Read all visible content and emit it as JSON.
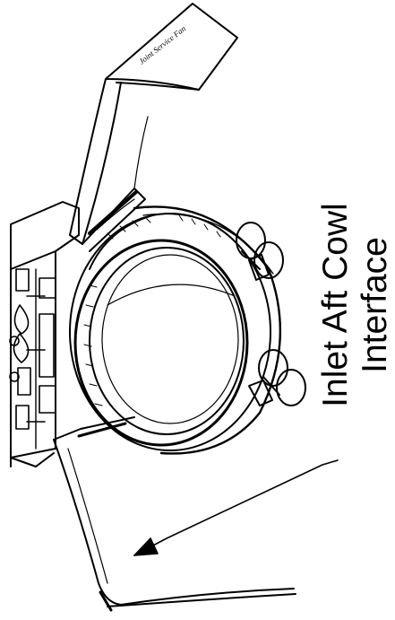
{
  "callout": {
    "line1": "Inlet Aft Cowl",
    "line2": "Interface"
  },
  "sketch": {
    "signature": "Joint Service Fan"
  },
  "colors": {
    "ink": "#000000",
    "paper": "#ffffff"
  }
}
